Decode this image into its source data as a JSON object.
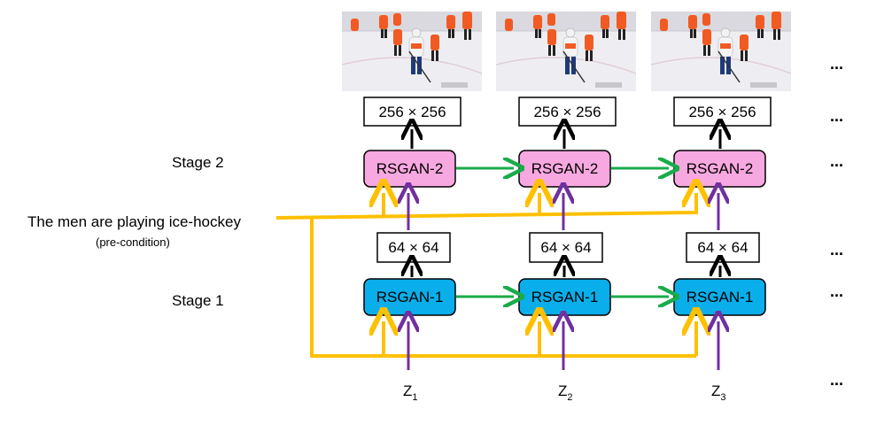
{
  "labels": {
    "stage2": "Stage 2",
    "stage1": "Stage 1",
    "condition": "The men are playing ice-hockey",
    "condition_note": "(pre-condition)",
    "ellipsis": "..."
  },
  "columns": [
    {
      "hires": "256 × 256",
      "rsgan2": "RSGAN-2",
      "lowres": "64 × 64",
      "rsgan1": "RSGAN-1",
      "z": "Z",
      "z_sub": "1"
    },
    {
      "hires": "256 × 256",
      "rsgan2": "RSGAN-2",
      "lowres": "64 × 64",
      "rsgan1": "RSGAN-1",
      "z": "Z",
      "z_sub": "2"
    },
    {
      "hires": "256 × 256",
      "rsgan2": "RSGAN-2",
      "lowres": "64 × 64",
      "rsgan1": "RSGAN-1",
      "z": "Z",
      "z_sub": "3"
    }
  ],
  "frames_image": "ice-hockey frame",
  "colors": {
    "stage2_box": "#f8a8e0",
    "stage1_box": "#0aaeea",
    "condition_line": "#ffc000",
    "noise_line": "#7030a0",
    "recurrent_arrow": "#1aab4b",
    "output_arrow": "#000000",
    "rink": "#eeeef2",
    "player_orange": "#f15a22",
    "player_dark": "#222222"
  }
}
